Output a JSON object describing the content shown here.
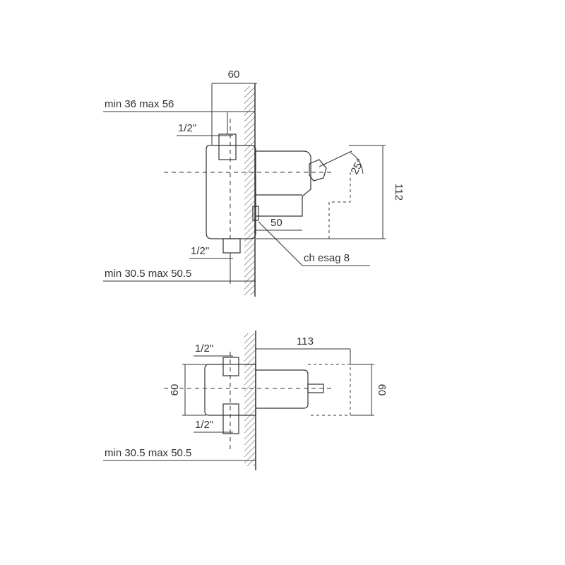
{
  "colors": {
    "line": "#333333",
    "background": "#ffffff"
  },
  "top_view": {
    "labels": {
      "width": "60",
      "min_max_top": "min 36 max 56",
      "pipe_top": "1/2\"",
      "pipe_bottom": "1/2\"",
      "min_max_bottom": "min 30.5 max 50.5",
      "height": "112",
      "depth": "50",
      "hex_key": "ch esag 8",
      "angle": "25°"
    }
  },
  "bottom_view": {
    "labels": {
      "pipe_top": "1/2\"",
      "pipe_bottom": "1/2\"",
      "length": "113",
      "height_left": "60",
      "height_right": "60",
      "min_max": "min 30.5 max 50.5"
    }
  }
}
